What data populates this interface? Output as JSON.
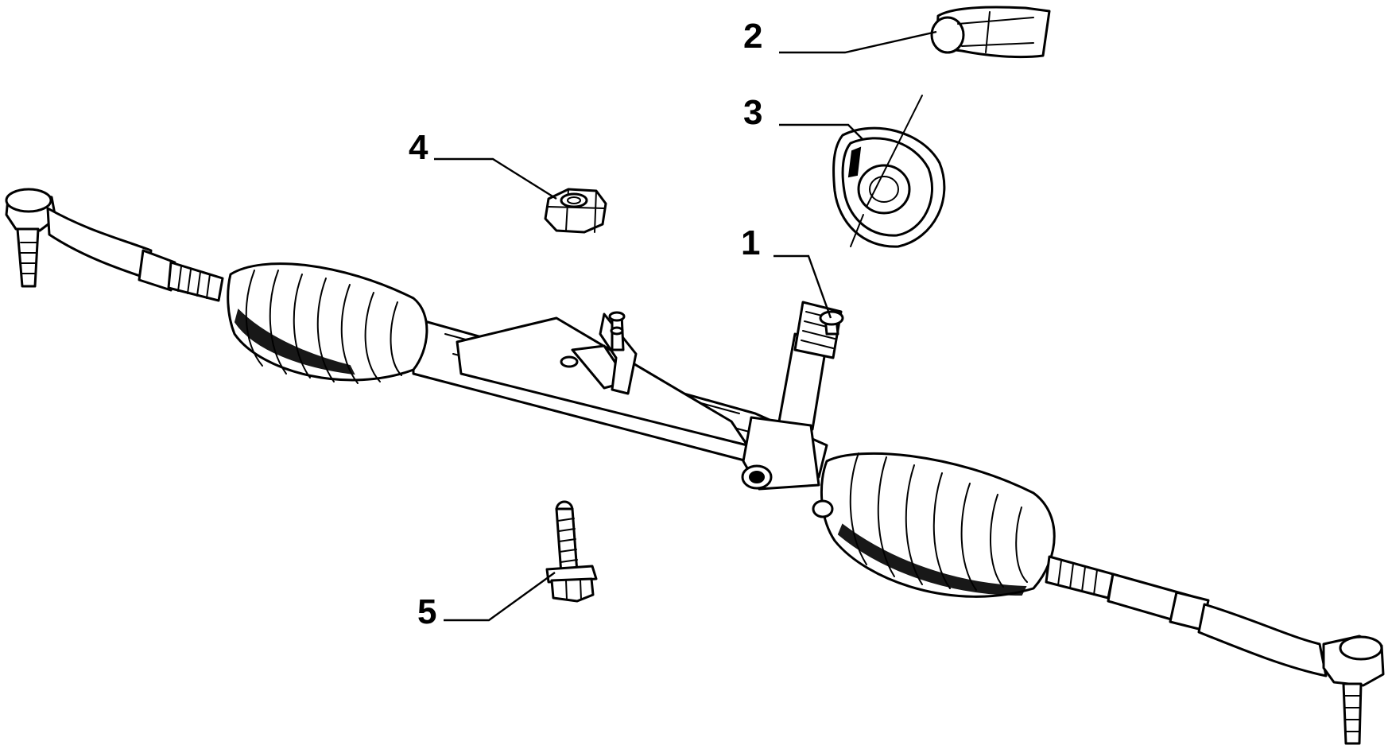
{
  "diagram": {
    "parts": [
      {
        "ref": "1",
        "label": "1"
      },
      {
        "ref": "2",
        "label": "2"
      },
      {
        "ref": "3",
        "label": "3"
      },
      {
        "ref": "4",
        "label": "4"
      },
      {
        "ref": "5",
        "label": "5"
      }
    ],
    "ink_color": "#000000",
    "background_color": "#ffffff"
  }
}
